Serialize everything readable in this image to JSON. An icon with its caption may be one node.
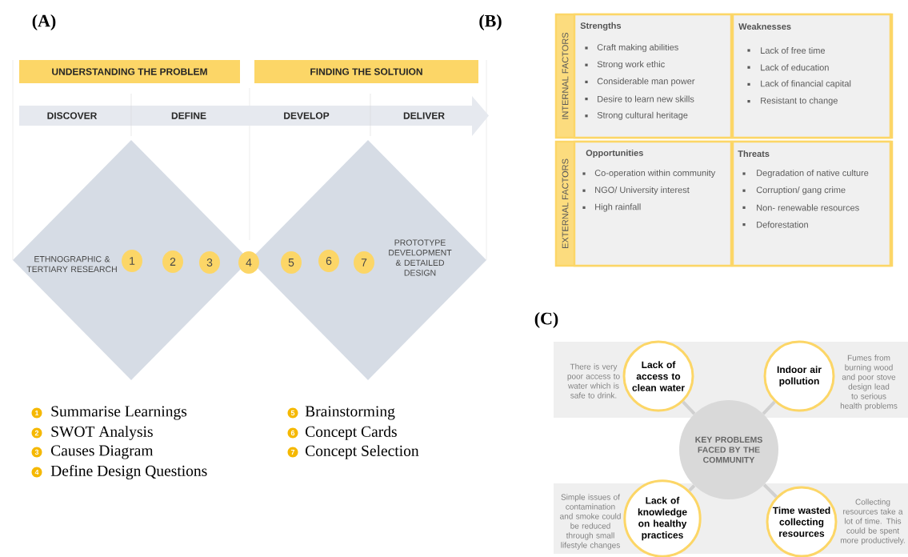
{
  "diagram": {
    "nodes": [
      {
        "text": [
          "UNDERSTANDING THE PROBLEM"
        ]
      },
      {
        "text": [
          "FINDING THE SOLTUION"
        ]
      },
      {
        "text": [
          "DISCOVER",
          "DEFINE",
          "DEVELOP",
          "DELIVER"
        ]
      },
      {
        "text": [
          "ETHNOGRAPHIC & TERTIARY RESEARCH"
        ]
      },
      {
        "text": [
          "PROTOTYPE DEVELOPMENT & DETAILED DESIGN"
        ]
      },
      {
        "text": [
          "1"
        ],
        "in": 3
      },
      {
        "text": [
          "2"
        ],
        "in": 3
      },
      {
        "text": [
          "3"
        ],
        "in": 3
      },
      {
        "text": [
          "4"
        ]
      },
      {
        "text": [
          "5"
        ],
        "in": 4
      },
      {
        "text": [
          "6"
        ],
        "in": 4
      },
      {
        "text": [
          "7"
        ],
        "in": 4
      },
      {
        "text": [
          "INTERNAL FACTORS"
        ]
      },
      {
        "text": [
          "Strengths",
          "Craft making abilities",
          "Strong work ethic",
          "Considerable man power",
          "Desire to learn new skills",
          "Strong cultural heritage"
        ],
        "in": 12
      },
      {
        "text": [
          "Weaknesses",
          "Lack of free time",
          "Lack of education",
          "Lack of financial capital",
          "Resistant to change"
        ],
        "in": 12
      },
      {
        "text": [
          "EXTERNAL FACTORS"
        ]
      },
      {
        "text": [
          "Opportunities",
          "Co-operation within community",
          "NGO/ University interest",
          "High rainfall"
        ],
        "in": 15
      },
      {
        "text": [
          "Threats",
          "Degradation of native culture",
          "Corruption/ gang crime",
          "Non- renewable resources",
          "Deforestation"
        ],
        "in": 15
      },
      {
        "text": [
          "Lack of access to clean water"
        ],
        "beside": [
          "There is very poor access to water which is safe to drink."
        ]
      },
      {
        "text": [
          "Indoor air pollution"
        ],
        "beside": [
          "Fumes from burning wood and poor stove design lead to serious health problems"
        ]
      },
      {
        "text": [
          "KEY PROBLEMS FACED BY THE COMMUNITY"
        ]
      },
      {
        "text": [
          "Lack of knowledge on healthy practices"
        ],
        "beside": [
          "Simple issues of contamination and smoke could be reduced through small lifestyle changes"
        ]
      },
      {
        "text": [
          "Time wasted collecting resources"
        ],
        "beside": [
          "Collecting resources take a lot of time. This could be spent more productively."
        ]
      }
    ],
    "edges": [
      {
        "from": 20,
        "to": 18,
        "arrow": "none"
      },
      {
        "from": 20,
        "to": 19,
        "arrow": "none"
      },
      {
        "from": 20,
        "to": 21,
        "arrow": "none"
      },
      {
        "from": 20,
        "to": 22,
        "arrow": "none"
      }
    ],
    "labels": [
      "(A)",
      "(B)",
      "(C)",
      "1",
      "Summarise Learnings",
      "5",
      "Brainstorming",
      "2",
      "SWOT Analysis",
      "6",
      "Concept Cards",
      "3",
      "Causes Diagram",
      "7",
      "Concept Selection",
      "4",
      "Define Design Questions"
    ]
  }
}
